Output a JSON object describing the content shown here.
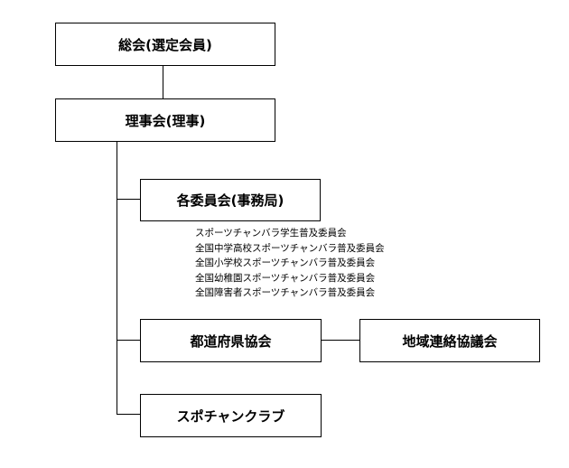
{
  "boxes": {
    "general_assembly": "総会(選定会員)",
    "board": "理事会(理事)",
    "committees": "各委員会(事務局)",
    "prefectural": "都道府県協会",
    "regional": "地域連絡協議会",
    "club": "スポチャンクラブ"
  },
  "committee_list": [
    "スポーツチャンバラ学生普及委員会",
    "全国中学高校スポーツチャンバラ普及委員会",
    "全国小学校スポーツチャンバラ普及委員会",
    "全国幼稚園スポーツチャンバラ普及委員会",
    "全国障害者スポーツチャンバラ普及委員会"
  ]
}
